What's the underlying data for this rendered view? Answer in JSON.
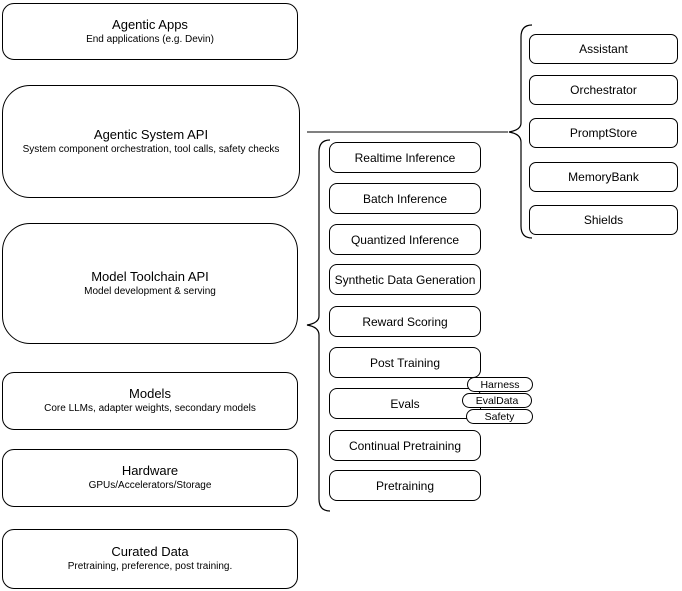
{
  "diagram": {
    "left_stack": [
      {
        "title": "Agentic Apps",
        "subtitle": "End applications (e.g. Devin)"
      },
      {
        "title": "Agentic System API",
        "subtitle": "System component orchestration, tool calls, safety checks"
      },
      {
        "title": "Model Toolchain API",
        "subtitle": "Model development & serving"
      },
      {
        "title": "Models",
        "subtitle": "Core LLMs, adapter weights, secondary models"
      },
      {
        "title": "Hardware",
        "subtitle": "GPUs/Accelerators/Storage"
      },
      {
        "title": "Curated Data",
        "subtitle": "Pretraining, preference, post training."
      }
    ],
    "toolchain_group": [
      "Realtime Inference",
      "Batch Inference",
      "Quantized Inference",
      "Synthetic Data Generation",
      "Reward Scoring",
      "Post Training",
      "Evals",
      "Continual Pretraining",
      "Pretraining"
    ],
    "evals_tags": [
      "Harness",
      "EvalData",
      "Safety"
    ],
    "system_group": [
      "Assistant",
      "Orchestrator",
      "PromptStore",
      "MemoryBank",
      "Shields"
    ],
    "colors": {
      "stroke": "#000000",
      "fill": "#ffffff",
      "text": "#000000"
    }
  }
}
